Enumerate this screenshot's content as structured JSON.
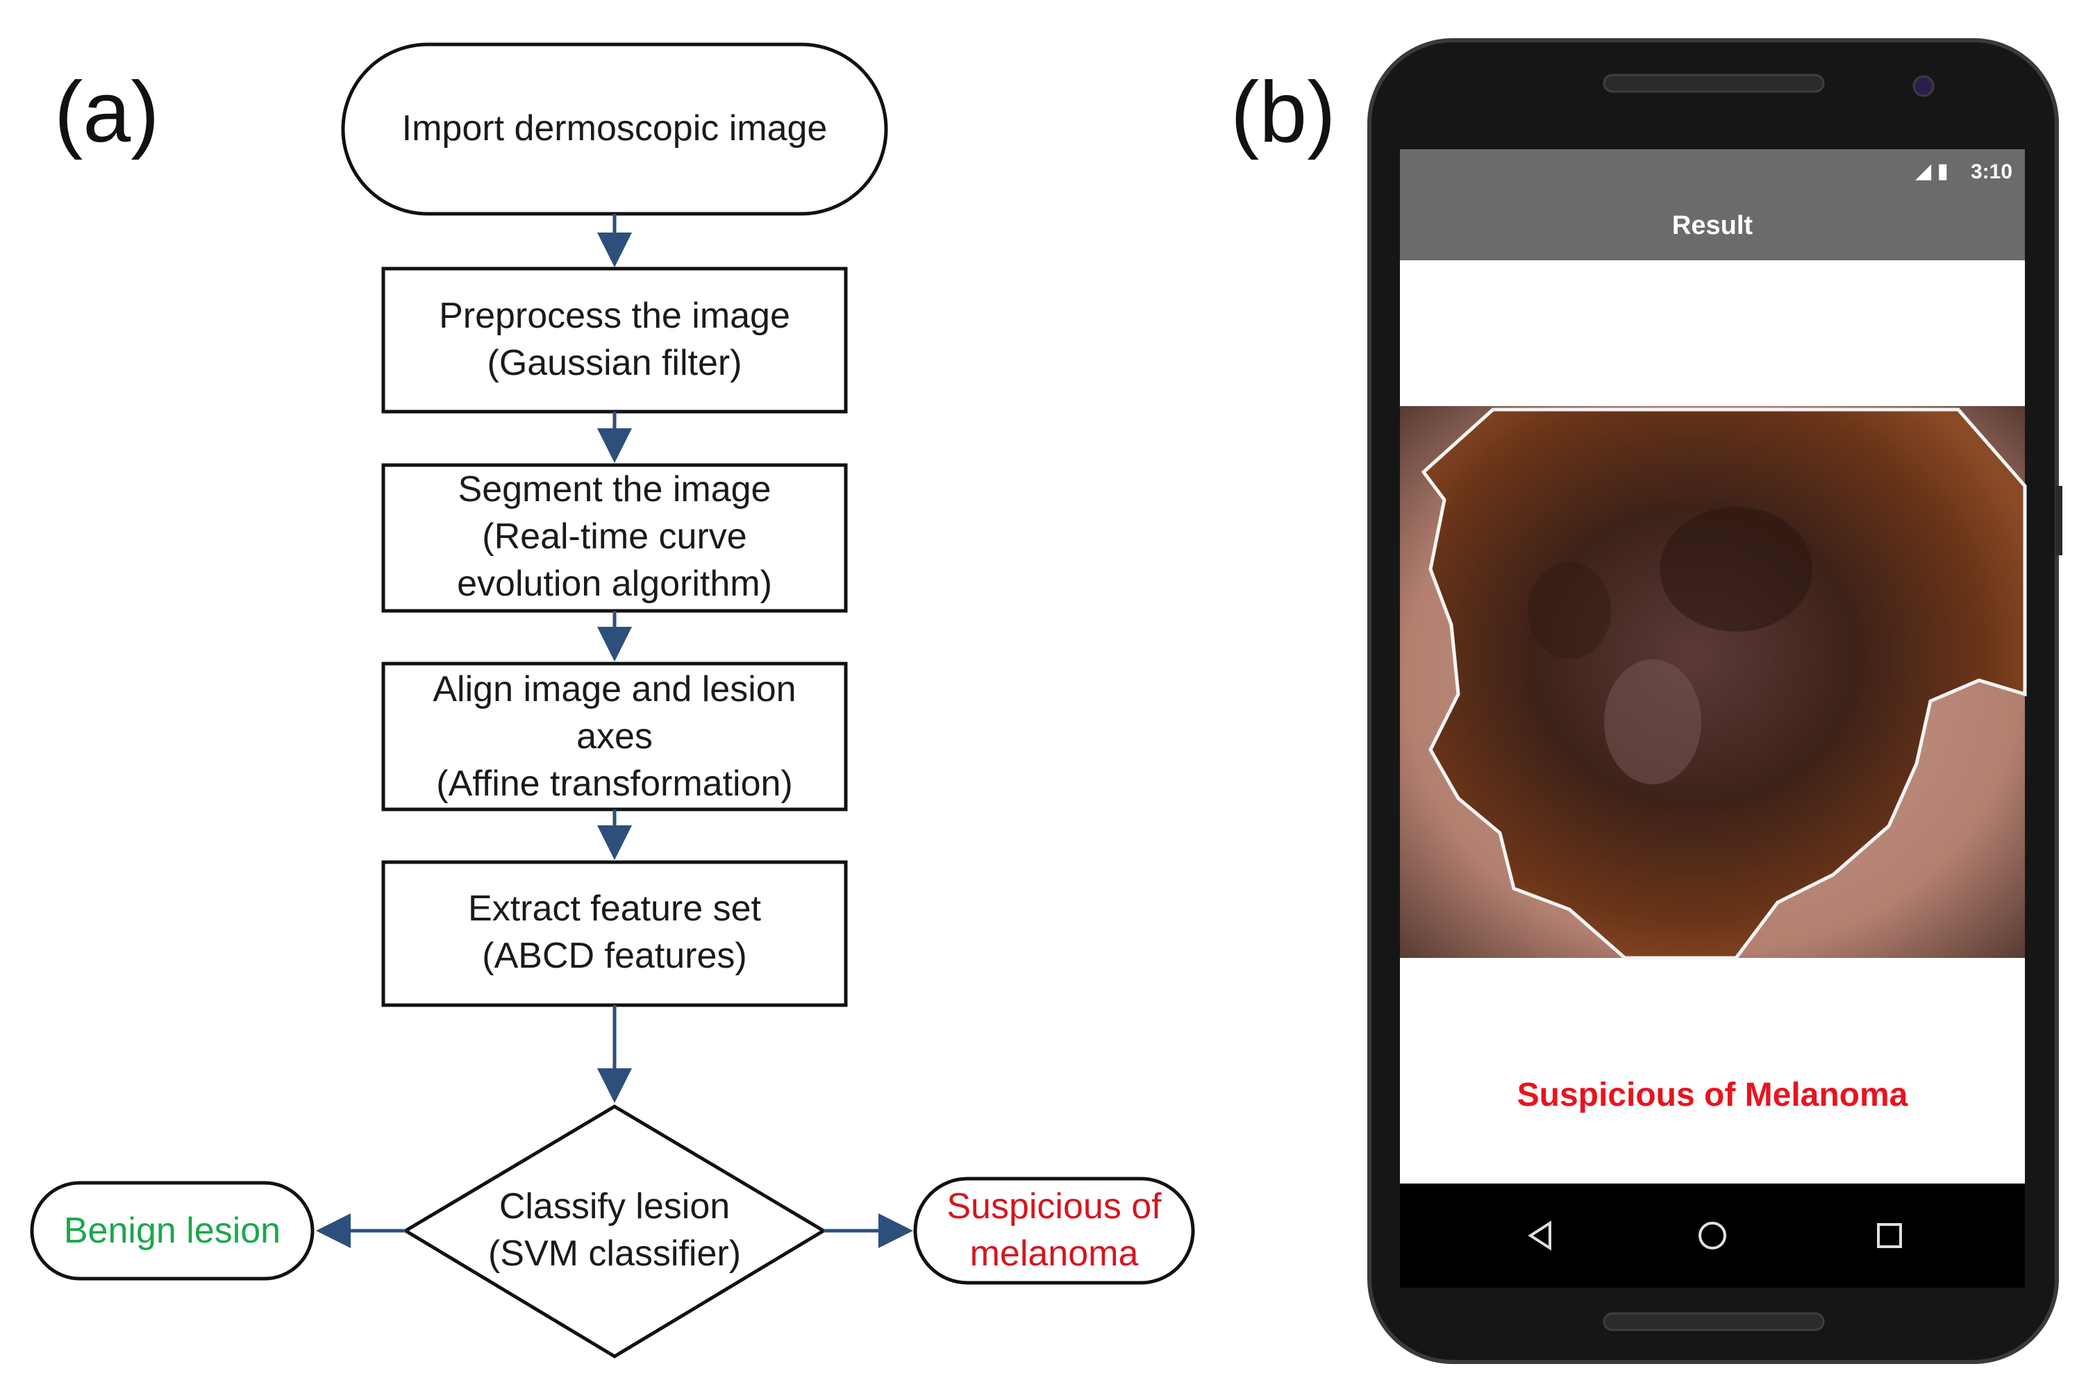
{
  "panels": {
    "a_label": "(a)",
    "b_label": "(b)"
  },
  "flowchart": {
    "start": "Import dermoscopic image",
    "step1": [
      "Preprocess the image",
      "(Gaussian filter)"
    ],
    "step2": [
      "Segment the image",
      "(Real-time curve",
      "evolution algorithm)"
    ],
    "step3": [
      "Align image and lesion",
      "axes",
      "(Affine transformation)"
    ],
    "step4": [
      "Extract feature set",
      "(ABCD features)"
    ],
    "decision": [
      "Classify lesion",
      "(SVM classifier)"
    ],
    "benign": "Benign lesion",
    "suspicious": [
      "Suspicious of",
      "melanoma"
    ]
  },
  "phone": {
    "status_time": "3:10",
    "status_icons": "signal-icon battery-icon",
    "title": "Result",
    "result": "Suspicious of Melanoma",
    "nav": [
      "back-icon",
      "home-icon",
      "recents-icon"
    ]
  },
  "colors": {
    "arrow": "#2d4f7c",
    "benign": "#1aa84a",
    "suspicious": "#d4161e",
    "app_bar": "#6b6b6b",
    "result_text": "#e8141e",
    "phone_body": "#161616"
  }
}
